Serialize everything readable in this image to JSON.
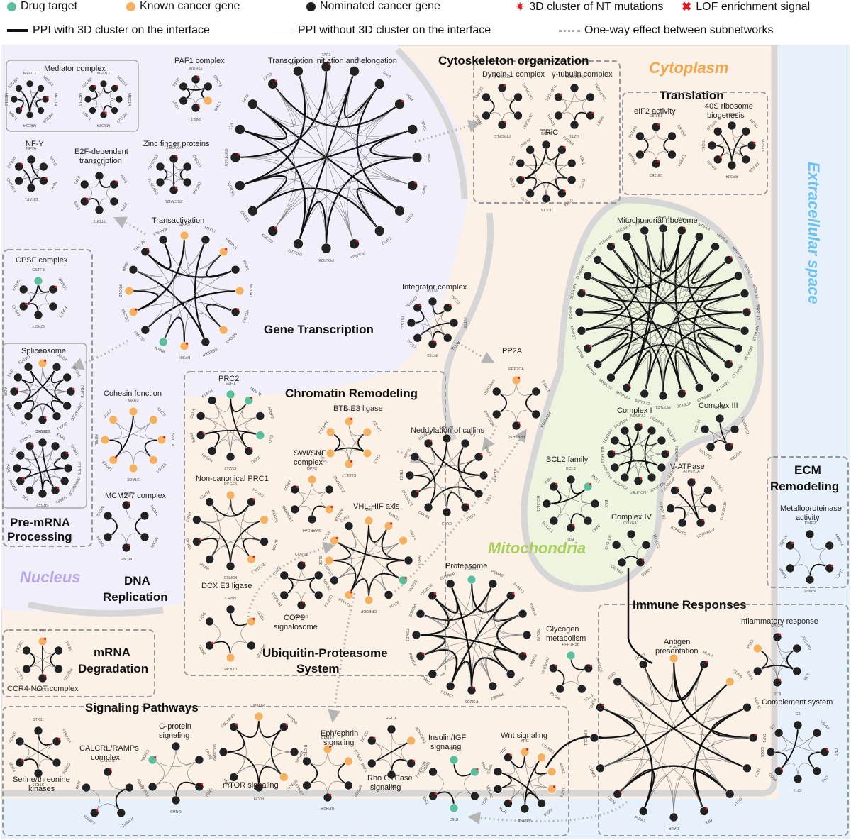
{
  "legend": {
    "drug_target": "Drug target",
    "known_cancer_gene": "Known cancer gene",
    "nominated_cancer_gene": "Nominated cancer gene",
    "cluster_3d": "3D cluster of NT mutations",
    "lof": "LOF enrichment signal",
    "ppi_with": "PPI with 3D cluster on the interface",
    "ppi_without": "PPI without 3D cluster on the interface",
    "one_way": "One-way effect between subnetworks"
  },
  "colors": {
    "drug_target": "#5bbf9c",
    "known_cancer_gene": "#f5b060",
    "nominated_cancer_gene": "#222222",
    "mutation": "#e0191f",
    "nucleus_bg": "#f1effa",
    "cytoplasm_bg": "#fcf1e6",
    "extracellular_bg": "#e7f1fb",
    "mitochondria_bg": "#eef4e0",
    "nucleus_label": "#b9a6ec",
    "cytoplasm_label": "#f0a64c",
    "extracellular_label": "#6ec3ee",
    "mito_label": "#a9cf5b"
  },
  "compartments": {
    "nucleus": "Nucleus",
    "cytoplasm": "Cytoplasm",
    "extracellular": "Extracellular space",
    "mitochondria": "Mitochondria"
  },
  "systems": {
    "gene_transcription": "Gene Transcription",
    "chromatin": "Chromatin Remodeling",
    "cytoskeleton": "Cytoskeleton organization",
    "translation": "Translation",
    "pre_mrna_1": "Pre-mRNA",
    "pre_mrna_2": "Processing",
    "dna_rep_1": "DNA",
    "dna_rep_2": "Replication",
    "mrna_deg_1": "mRNA",
    "mrna_deg_2": "Degradation",
    "ups_1": "Ubiquitin-Proteasome",
    "ups_2": "System",
    "signaling": "Signaling Pathways",
    "immune": "Immune Responses",
    "ecm_1": "ECM",
    "ecm_2": "Remodeling"
  },
  "complexes": {
    "mediator": "Mediator complex",
    "paf1": "PAF1 complex",
    "tie": "Transcription initiation and elongation",
    "dynein": "Dynein-1 complex",
    "tubulin": "γ-tubulin complex",
    "tric": "TRiC",
    "eif2": "eIF2 activity",
    "ribo40s_1": "40S ribosome",
    "ribo40s_2": "biogenesis",
    "nfy": "NF-Y",
    "e2f_1": "E2F-dependent",
    "e2f_2": "transcription",
    "zinc": "Zinc finger proteins",
    "transactivation": "Transactivation",
    "cpsf": "CPSF complex",
    "spliceosome": "Spliceosome",
    "integrator": "Integrator complex",
    "mitoribo": "Mitochondrial ribosome",
    "prc2": "PRC2",
    "btb": "BTB E3 ligase",
    "cohesin": "Cohesin function",
    "pp2a": "PP2A",
    "neddylation": "Neddylation of cullins",
    "swisnf_1": "SWI/SNF",
    "swisnf_2": "complex",
    "ncprc1": "Non-canonical PRC1",
    "mcm": "MCM2-7 complex",
    "vhl": "VHL-HIF axis",
    "complex1": "Complex I",
    "complex3": "Complex III",
    "bcl2": "BCL2 family",
    "vatpase": "V-ATPase",
    "complex4": "Complex IV",
    "dcx": "DCX E3 ligase",
    "cop9_1": "COP9",
    "cop9_2": "signalosome",
    "proteasome": "Proteasome",
    "glycogen_1": "Glycogen",
    "glycogen_2": "metabolism",
    "ccr4": "CCR4-NOT complex",
    "mmp_1": "Metalloproteinase",
    "mmp_2": "activity",
    "antigen_1": "Antigen",
    "antigen_2": "presentation",
    "inflammatory": "Inflammatory response",
    "complement": "Complement system",
    "sertk_1": "Serine/threonine",
    "sertk_2": "kinases",
    "calcrl_1": "CALCRL/RAMPs",
    "calcrl_2": "complex",
    "gprot_1": "G-protein",
    "gprot_2": "signaling",
    "mtor": "mTOR signaling",
    "eph_1": "Eph/ephrin",
    "eph_2": "signaling",
    "rho_1": "Rho GTPase",
    "rho_2": "signaling",
    "insulin_1": "Insulin/IGF",
    "insulin_2": "signaling",
    "wnt": "Wnt signaling"
  },
  "genes": {
    "tie": [
      "TAF1",
      "TAF2",
      "TAF3",
      "TAF4",
      "TAF5",
      "TAF6",
      "TAF7",
      "TAF10",
      "TAF12",
      "POLR2A",
      "POLR2B",
      "GTF2H1",
      "ERCC2",
      "ERCC3",
      "SUPT5H",
      "SUPT16H",
      "ELL",
      "ELP1",
      "CDK7",
      "CCNH"
    ],
    "mediator": [
      "MED12",
      "MED13",
      "MED14",
      "MED23",
      "MED24",
      "MED1",
      "MED16",
      "MED25"
    ],
    "paf1": [
      "WDR61",
      "CDC73",
      "CTR9",
      "PAF1",
      "LEO1",
      "RTF1"
    ],
    "nfy": [
      "NFYA",
      "NFYB",
      "NFYC",
      "DRAP1",
      "CHRAC1",
      "POLE3"
    ],
    "e2f": [
      "TFDP1",
      "E2F5",
      "E2F4",
      "TFDP2",
      "E2F3",
      "E2F1"
    ],
    "zinc": [
      "ZSCAN4",
      "ZNF213",
      "ZNF496",
      "ZSCAN21",
      "ZKSCAN3",
      "ZSCAN12"
    ],
    "transactivation": [
      "GNAS",
      "MTDH",
      "PABPC1",
      "PAIP1",
      "NCOA1",
      "NCOA2",
      "NCOA3",
      "CREBBP",
      "EP300",
      "RXRB",
      "KMT2D",
      "KMT2C",
      "FOSL2",
      "JUNB",
      "NCOR1",
      "KANSL1"
    ],
    "cpsf": [
      "CSTF3",
      "WDR33",
      "FIP1L1",
      "CPSF4",
      "CPSF3",
      "CPSF1"
    ],
    "spliceosome": [
      "CRNKL1",
      "XAB2",
      "SF3B1",
      "PRPF8",
      "SNRNP200",
      "U2AF1",
      "SRSF2",
      "SF1",
      "RBM10",
      "AQR",
      "ISY1",
      "CASC3"
    ],
    "integrator": [
      "INTS9",
      "INTS1",
      "INTS5",
      "INTS8",
      "INTS2",
      "INTS7",
      "INTS11",
      "CPSF3L"
    ],
    "dynein": [
      "DYNC1I2",
      "DYNC1H1",
      "DYNLRB1",
      "PRICKLE",
      "DNM1",
      "DCTN1"
    ],
    "tubulin": [
      "TUBGCP6",
      "TUBGCP3",
      "NME7",
      "MZT1",
      "TUBG1",
      "TUBGCP2"
    ],
    "tric": [
      "CCT3",
      "PFDN4",
      "VBP1",
      "TCP1",
      "CCT4",
      "CCT5",
      "CCT7",
      "CCT8",
      "CCT2",
      "PFDN2"
    ],
    "eif2": [
      "EIF2B1",
      "EIF2S1",
      "EIF2B4",
      "EIF2B2",
      "EIF2B5",
      "EIF2S3"
    ],
    "ribo40s": [
      "RIOK2",
      "RPS5",
      "RPS18",
      "RPS28",
      "RPS14",
      "RPS16",
      "RIOK1",
      "RPS25"
    ],
    "mitoribo": [
      "MRPL1",
      "MRPL3",
      "MRPL4",
      "MRPL9",
      "MRPL10",
      "MRPL11",
      "MRPL12",
      "MRPL13",
      "MRPL15",
      "MRPL16",
      "MRPL17",
      "MRPL18",
      "MRPL19",
      "MRPL20",
      "MRPL21",
      "MRPL22",
      "MRPL23",
      "MRPL24",
      "MRPS2",
      "MRPS5",
      "MRPS7",
      "MRPS9",
      "MRPS10",
      "MRPS11",
      "MRPS12",
      "MRPS14",
      "MRPS15",
      "MRPS16"
    ],
    "complex1": [
      "NDUFA1",
      "NDUFA5",
      "NDUFS8",
      "NDUFS2",
      "NDUFB3",
      "NDUFA10",
      "NDUFB4",
      "NDUFC2",
      "NDUFS4",
      "NDUFA13",
      "NDUFS1",
      "NDUFV1"
    ],
    "complex3": [
      "CYC1",
      "UQCRFS1",
      "UQCRB",
      "UQCRQ",
      "MT-CYB"
    ],
    "bcl2": [
      "BCL2",
      "MCL1",
      "BAX",
      "BAK1",
      "BID",
      "BCL2L1",
      "BCL2L11",
      "HRK"
    ],
    "vatpase": [
      "ATP6V1A",
      "ATP6V1E1",
      "ATP6V0D1",
      "ATP6V1G1",
      "ATP6V1D",
      "ATP6V1B2",
      "ATP6V0A1"
    ],
    "complex4": [
      "COX6A1",
      "MT-CO2",
      "COX5B",
      "COX4I1",
      "MT-CO3"
    ],
    "prc2": [
      "EZH1",
      "JARID2",
      "AEBP2",
      "EED",
      "EZH2",
      "SUZ12",
      "RBBP4",
      "PHF1",
      "MTF2",
      "PHF19"
    ],
    "btb": [
      "SPOP",
      "KEAP1",
      "CUL3",
      "KLHL17",
      "FBXL17",
      "NFE2L2"
    ],
    "cohesin": [
      "MAU2",
      "SMC3",
      "SMC1A",
      "STAG1",
      "STAG2",
      "RAD21",
      "NIPBL",
      "CTCF"
    ],
    "ncprc1": [
      "PCGF5",
      "PCGF3",
      "PCGF6",
      "BCOR",
      "BCORL1",
      "KDM2B",
      "RYBP",
      "RING1",
      "RNF2",
      "AUTS2"
    ],
    "mcm": [
      "MCM7",
      "MCM4",
      "MCM6",
      "MCM5",
      "MCM3",
      "MCM2"
    ],
    "swisnf": [
      "DPF2",
      "SMARCC2",
      "ARID1A",
      "SMARCA4",
      "SMARCE1",
      "ARID2"
    ],
    "vhl": [
      "VHL",
      "EPAS1",
      "HIF1A",
      "ARNT",
      "EGLN1",
      "BRD4",
      "CREBBP",
      "RUNX1",
      "SOCS2",
      "ELOB",
      "ELOC",
      "CUL2"
    ],
    "pp2a": [
      "PPP2CA",
      "STRN3",
      "PPP2R1A",
      "PPP2R5C",
      "PPP2R2A",
      "PPP2R5D"
    ],
    "neddylation": [
      "UBE2M",
      "NAE1",
      "UBA3",
      "NEDD8",
      "CUL1",
      "CUL2",
      "CUL3",
      "CUL4A",
      "DCUN1D1",
      "RBX1",
      "GLMN",
      "CAND1"
    ],
    "dcx": [
      "CRBN",
      "DDB1",
      "DCAF15",
      "CUL4B",
      "DDB2",
      "DDA1"
    ],
    "cop9": [
      "COPS2",
      "COPS3",
      "COPS4",
      "COPS5",
      "COPS7B",
      "GPS1"
    ],
    "proteasome": [
      "PSMA1",
      "PSMA2",
      "PSMA3",
      "PSMA4",
      "PSMA5",
      "PSMA6",
      "PSMB1",
      "PSMB2",
      "PSMB5",
      "PSMC1",
      "PSMC2",
      "PSMC4",
      "PSMD1",
      "PSMD2",
      "PSMD11",
      "PSMD13"
    ],
    "glycogen": [
      "PPP1R3B",
      "PPP1CB",
      "PYGL",
      "PYGB",
      "PPP1R3A"
    ],
    "ccr4": [
      "CNOT1",
      "ZFP36",
      "RQCD1",
      "CNOT2",
      "CNOT3",
      "CNOT4"
    ],
    "mmp": [
      "TIMP2",
      "MMP14",
      "TIMP1",
      "MMP2",
      "MMP9",
      "THBS1"
    ],
    "antigen": [
      "B2M",
      "HLA-A",
      "HLA-B",
      "HLA-C",
      "TAP1",
      "TAP2",
      "CD1A",
      "HFE",
      "CALR",
      "PDIA3",
      "CD74",
      "LILRB1",
      "KIR2DL1",
      "KLRC1",
      "CIITA",
      "CD1C"
    ],
    "inflammatory": [
      "CASP1",
      "PYCARD",
      "IL1B",
      "IL18",
      "ELF4",
      "CD14"
    ],
    "complement": [
      "C3",
      "VSIG4",
      "CR1",
      "CR2",
      "CFH",
      "CD46",
      "CD55",
      "C5"
    ],
    "sertk": [
      "STK11",
      "STRADA",
      "CAB39",
      "STK25",
      "MST4",
      "STK24"
    ],
    "calcrl": [
      "CALCRL",
      "ADM2",
      "RAMP1",
      "RAMP3",
      "ADM"
    ],
    "gprot": [
      "GNA11",
      "GNAQ",
      "GNB1",
      "GNAS",
      "RGS16",
      "CXCR4"
    ],
    "mtor": [
      "MTOR",
      "RPTOR",
      "RICTOR",
      "RRAGC",
      "FLCN",
      "FNIP2",
      "SLC38A9",
      "LAMTOR1"
    ],
    "eph": [
      "EPHA2",
      "EFNA1",
      "EFNB2",
      "EPHB4",
      "EFNB3",
      "EFNA5"
    ],
    "rho": [
      "RHOA",
      "ARHGEF1",
      "ARHGEF2",
      "RAC1",
      "PAK1",
      "CDC42"
    ],
    "insulin": [
      "IGF1R",
      "INSR",
      "IRS1",
      "IRS2",
      "IGF2",
      "GRB10"
    ],
    "wnt": [
      "APC",
      "CTNNB1",
      "AXIN1",
      "LRP6",
      "FZD5",
      "WNT5A",
      "KDR",
      "VEGFC",
      "TNKS",
      "JUP"
    ]
  }
}
